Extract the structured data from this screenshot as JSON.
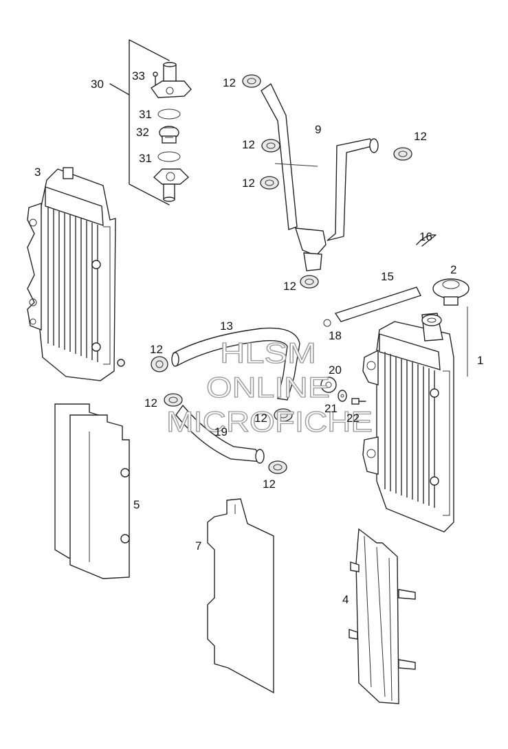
{
  "watermark": {
    "line1": "HLSM",
    "line2": "ONLINE",
    "line3": "MICROFICHE"
  },
  "parts": [
    {
      "id": "p30",
      "label": "30"
    },
    {
      "id": "p33",
      "label": "33"
    },
    {
      "id": "p31a",
      "label": "31"
    },
    {
      "id": "p32",
      "label": "32"
    },
    {
      "id": "p31b",
      "label": "31"
    },
    {
      "id": "p3",
      "label": "3"
    },
    {
      "id": "p12a",
      "label": "12"
    },
    {
      "id": "p9",
      "label": "9"
    },
    {
      "id": "p12b",
      "label": "12"
    },
    {
      "id": "p12c",
      "label": "12"
    },
    {
      "id": "p12d",
      "label": "12"
    },
    {
      "id": "p16",
      "label": "16"
    },
    {
      "id": "p2",
      "label": "2"
    },
    {
      "id": "p15",
      "label": "15"
    },
    {
      "id": "p12e",
      "label": "12"
    },
    {
      "id": "p13",
      "label": "13"
    },
    {
      "id": "p18",
      "label": "18"
    },
    {
      "id": "p1",
      "label": "1"
    },
    {
      "id": "p12f",
      "label": "12"
    },
    {
      "id": "p20",
      "label": "20"
    },
    {
      "id": "p12g",
      "label": "12"
    },
    {
      "id": "p21",
      "label": "21"
    },
    {
      "id": "p22",
      "label": "22"
    },
    {
      "id": "p12h",
      "label": "12"
    },
    {
      "id": "p19",
      "label": "19"
    },
    {
      "id": "p12i",
      "label": "12"
    },
    {
      "id": "p5",
      "label": "5"
    },
    {
      "id": "p7",
      "label": "7"
    },
    {
      "id": "p4",
      "label": "4"
    }
  ]
}
